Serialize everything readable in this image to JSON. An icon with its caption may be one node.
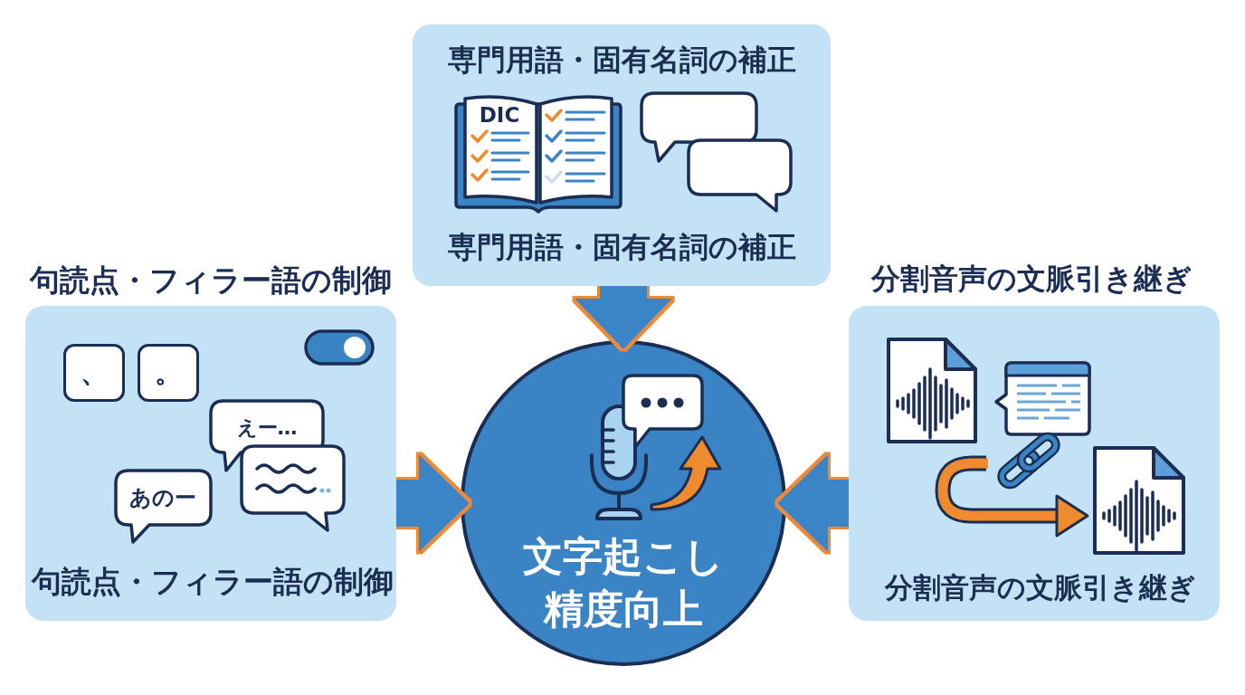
{
  "diagram": {
    "nodes": [
      {
        "text": [
          "専門用語・固有名詞の補正",
          "専門用語・固有名詞の補正"
        ]
      },
      {
        "text": [
          "句読点・フィラー語の制御",
          "句読点・フィラー語の制御"
        ]
      },
      {
        "text": [
          "文字起こし精度向上"
        ]
      },
      {
        "text": [
          "分割音声の文脈引き継ぎ",
          "分割音声の文脈引き継ぎ"
        ]
      }
    ],
    "edges": [
      {
        "from": 0,
        "to": 2,
        "arrow": "to"
      },
      {
        "from": 1,
        "to": 2,
        "arrow": "to"
      },
      {
        "from": 3,
        "to": 2,
        "arrow": "to"
      }
    ],
    "labels": [
      "DIC",
      "、",
      "。",
      "えー…",
      "あのー"
    ]
  }
}
